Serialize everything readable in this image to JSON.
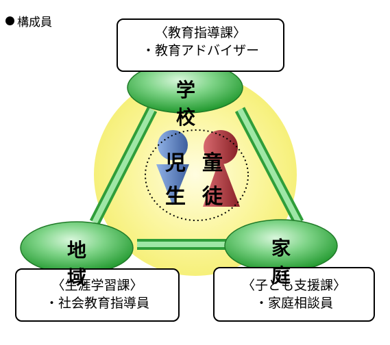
{
  "heading": "構成員",
  "nodes": {
    "school": {
      "label": "学 校",
      "dept": "〈教育指導課〉",
      "member": "・教育アドバイザー"
    },
    "region": {
      "label": "地 域",
      "dept": "〈生涯学習課〉",
      "member": "・社会教育指導員"
    },
    "family": {
      "label": "家 庭",
      "dept": "〈子ども支援課〉",
      "member": "・家庭相談員"
    }
  },
  "center": {
    "chars": [
      "児",
      "童",
      "生",
      "徒"
    ]
  },
  "colors": {
    "node_fill": "#3cb04a",
    "node_light": "#bff0c4",
    "halo": "#fbf6a0",
    "blue_figure": "#5a7db8",
    "red_figure": "#a8353a",
    "connector": "#66cc66"
  }
}
